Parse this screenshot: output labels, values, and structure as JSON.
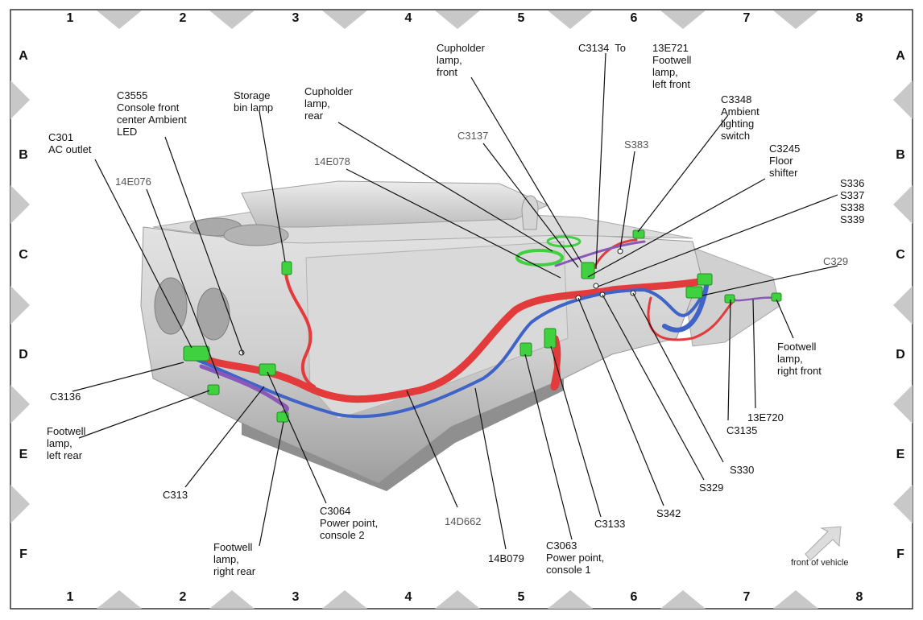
{
  "grid": {
    "columns": [
      "1",
      "2",
      "3",
      "4",
      "5",
      "6",
      "7",
      "8"
    ],
    "rows": [
      "A",
      "B",
      "C",
      "D",
      "E",
      "F"
    ]
  },
  "labels": {
    "c301": "C301\nAC outlet",
    "c3555": "C3555\nConsole front\ncenter Ambient\nLED",
    "storage_bin_lamp": "Storage\nbin lamp",
    "cupholder_rear": "Cupholder\nlamp,\nrear",
    "cupholder_front": "Cupholder\nlamp,\nfront",
    "c3134": "C3134  To",
    "e13e721": "13E721\nFootwell\nlamp,\nleft front",
    "c3348": "C3348\nAmbient\nlighting\nswitch",
    "c3245": "C3245\nFloor\nshifter",
    "s336_s339": "S336\nS337\nS338\nS339",
    "c329": "C329",
    "s383": "S383",
    "c3137": "C3137",
    "e14e078": "14E078",
    "e14e076": "14E076",
    "c3136": "C3136",
    "footwell_left_rear": "Footwell\nlamp,\nleft rear",
    "c313": "C313",
    "footwell_right_rear": "Footwell\nlamp,\nright rear",
    "c3064": "C3064\nPower point,\nconsole 2",
    "d14d662": "14D662",
    "b14b079": "14B079",
    "c3063": "C3063\nPower point,\nconsole 1",
    "c3133": "C3133",
    "s342": "S342",
    "s329": "S329",
    "s330": "S330",
    "c3135": "C3135",
    "e13e720": "13E720",
    "footwell_right_front": "Footwell\nlamp,\nright front"
  },
  "orientation": {
    "text": "front of vehicle"
  },
  "colors": {
    "power_wire": "#e33b3b",
    "ground_wire": "#3f63c6",
    "signal_wire": "#8a58b8",
    "connector": "#3fd13f",
    "console_body": "#c9c9c9",
    "grid_marker": "#c8c8c8"
  }
}
